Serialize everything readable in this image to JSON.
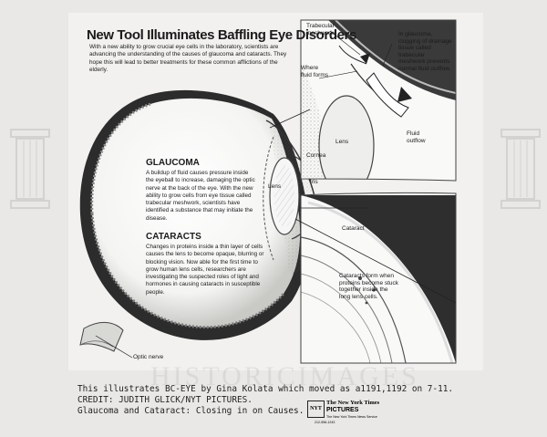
{
  "headline": "New Tool Illuminates Baffling Eye Disorders",
  "intro": "With a new ability to grow crucial eye cells in the laboratory, scientists are advancing the understanding of the causes of glaucoma and cataracts. They hope this will lead to better treatments for these common afflictions of the elderly.",
  "glaucoma": {
    "heading": "GLAUCOMA",
    "text": "A buildup of fluid causes pressure inside the eyeball to increase, damaging the optic nerve at the back of the eye. With the new ability to grow cells from eye tissue called trabecular meshwork, scientists have identified a substance that may initiate the disease."
  },
  "cataracts": {
    "heading": "CATARACTS",
    "text": "Changes in proteins inside a thin layer of cells causes the lens to become opaque, blurring or blocking vision. Now able for the first time to grow human lens cells, researchers are investigating the suspected roles of light and hormones in causing cataracts in susceptible people."
  },
  "labels": {
    "trabecular": "Trabecular meshwork",
    "where_fluid": "Where fluid forms",
    "glaucoma_note": "In glaucoma, clogging of drainage tissue called trabecular meshwork prevents normal fluid outflow.",
    "lens_inset": "Lens",
    "fluid_outflow": "Fluid outflow",
    "cornea": "Cornea",
    "lens_main": "Lens",
    "iris": "Iris",
    "cataract": "Cataract",
    "cataract_note": "Cataracts form when proteins become stuck together inside the long lens cells.",
    "optic_nerve": "Optic nerve"
  },
  "caption": {
    "line1": "This illustrates BC-EYE by Gina  Kolata which moved as a1191,1192 on 7-11.",
    "line2": "CREDIT: JUDITH GLICK/NYT PICTURES.",
    "line3": "Glaucoma and Cataract: Closing in on Causes."
  },
  "logo": {
    "mark": "NYT",
    "name": "The New York Times",
    "sub": "PICTURES",
    "service": "The New York Times News Service",
    "phone": "212-556-1243"
  },
  "watermark": "HISTORICIMAGES"
}
